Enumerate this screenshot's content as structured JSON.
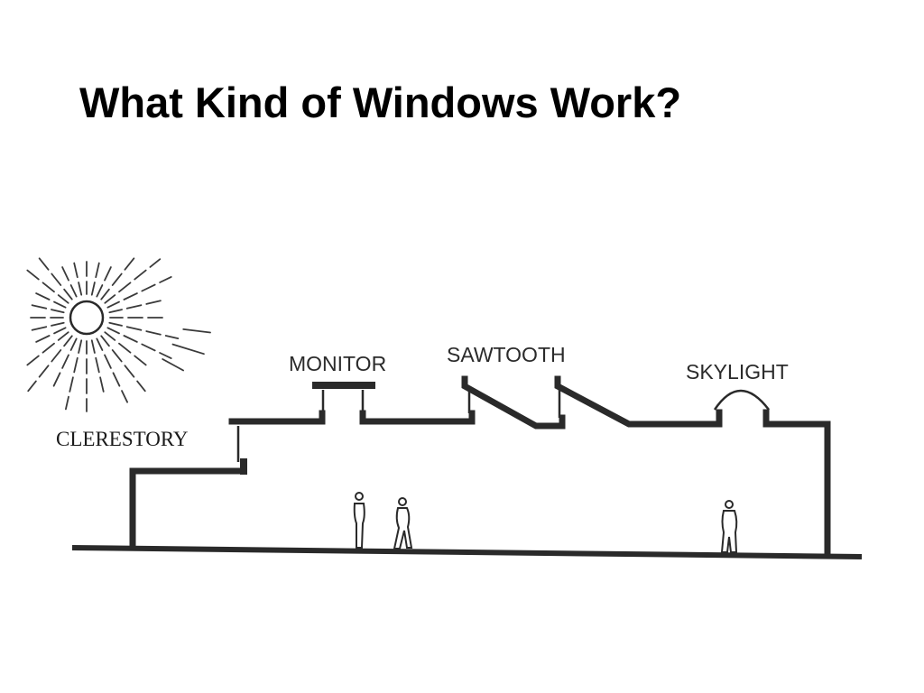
{
  "slide": {
    "title": "What Kind of Windows Work?"
  },
  "diagram": {
    "labels": {
      "clerestory": "CLERESTORY",
      "monitor": "MONITOR",
      "sawtooth": "SAWTOOTH",
      "skylight": "SKYLIGHT"
    }
  }
}
